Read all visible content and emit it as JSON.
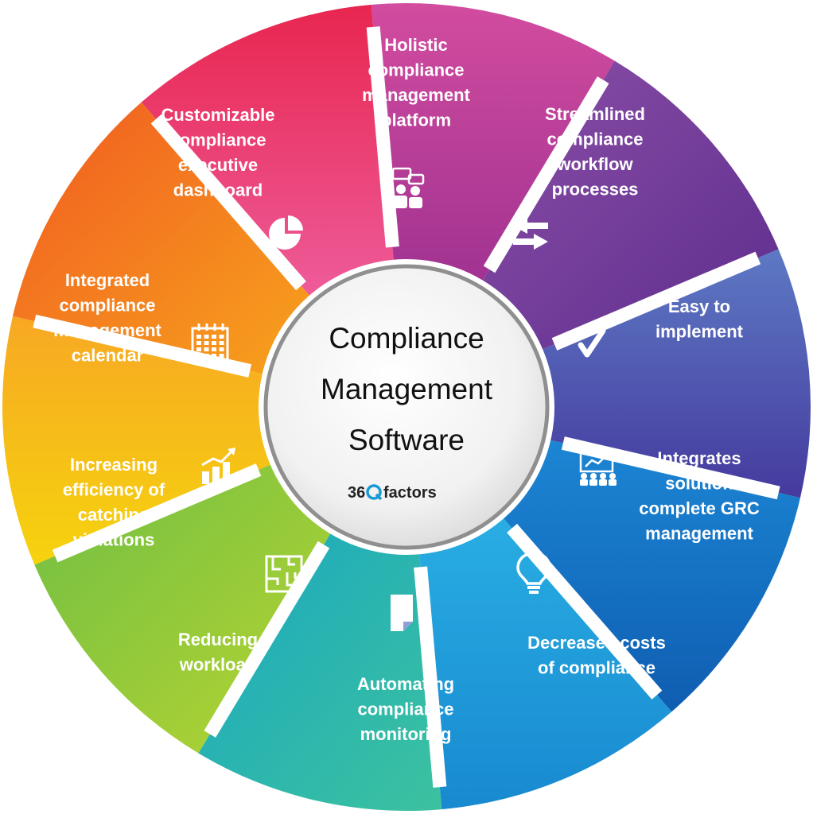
{
  "center": {
    "title_lines": [
      "Compliance",
      "Management",
      "Software"
    ],
    "brand": {
      "prefix": "36",
      "suffix": "factors"
    }
  },
  "segments": [
    {
      "label_lines": [
        "Holistic",
        "compliance",
        "management",
        "platform"
      ],
      "icon": "people-chat-icon",
      "color": "#F5B800"
    },
    {
      "label_lines": [
        "Streamlined",
        "compliance",
        "workflow",
        "processes"
      ],
      "icon": "swap-arrows-icon",
      "color": "#F2701C"
    },
    {
      "label_lines": [
        "Easy to",
        "implement"
      ],
      "icon": "checkmark-icon",
      "color": "#EC3E78"
    },
    {
      "label_lines": [
        "Integrates",
        "solution",
        "complete GRC",
        "management"
      ],
      "icon": "presentation-chart-icon",
      "color": "#C03C98"
    },
    {
      "label_lines": [
        "Decreases costs",
        "of compliance"
      ],
      "icon": "lightbulb-icon",
      "color": "#7E3FA0"
    },
    {
      "label_lines": [
        "Automating",
        "compliance",
        "monitoring"
      ],
      "icon": "document-icon",
      "color": "#4D56B0"
    },
    {
      "label_lines": [
        "Reducing",
        "workload"
      ],
      "icon": "maze-icon",
      "color": "#1575C8"
    },
    {
      "label_lines": [
        "Increasing",
        "efficiency of",
        "catching",
        "violations"
      ],
      "icon": "growth-chart-icon",
      "color": "#1E9CD8"
    },
    {
      "label_lines": [
        "Integrated",
        "compliance",
        "management",
        "calendar"
      ],
      "icon": "calendar-icon",
      "color": "#1FB7AE"
    },
    {
      "label_lines": [
        "Customizable",
        "compliance",
        "executive",
        "dashboard"
      ],
      "icon": "pie-chart-icon",
      "color": "#8CC63E"
    }
  ]
}
